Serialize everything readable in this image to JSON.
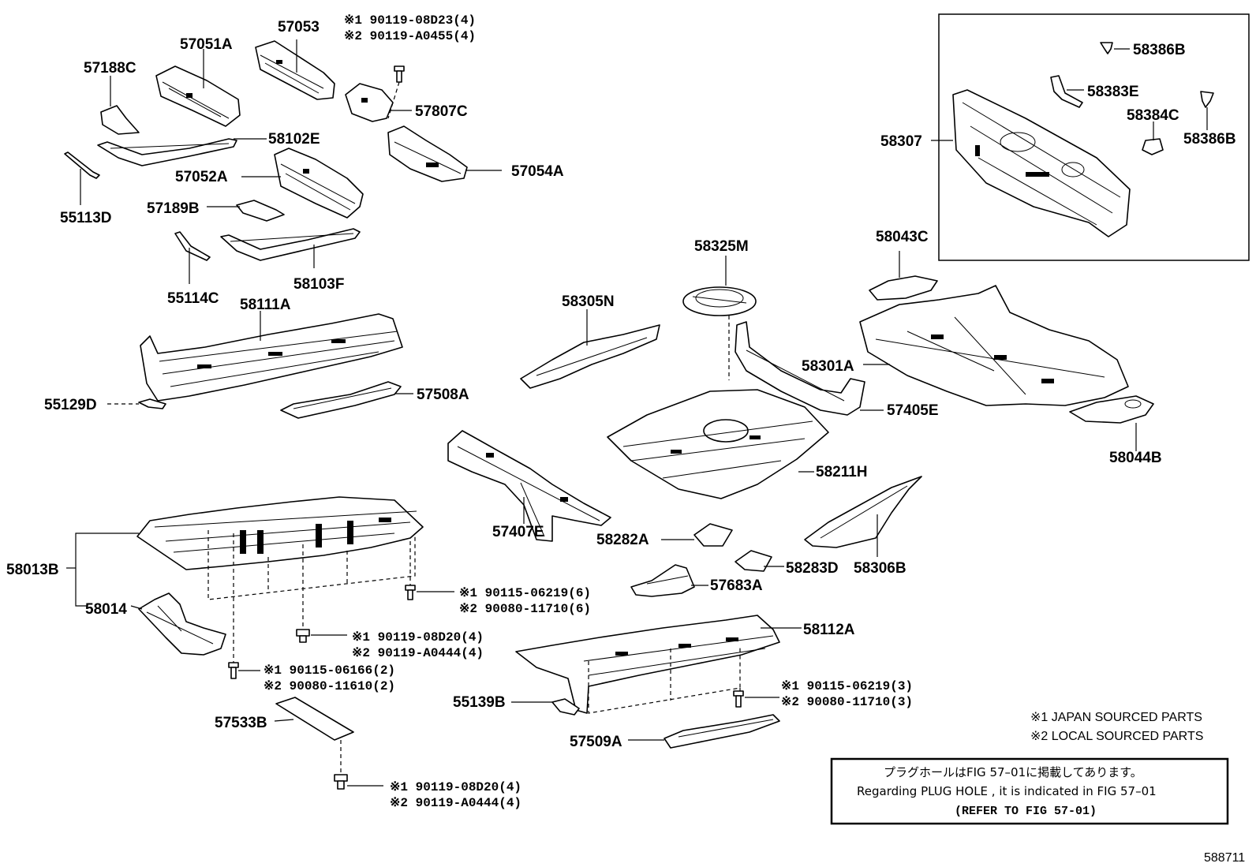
{
  "labels": {
    "p57188C": "57188C",
    "p57051A": "57051A",
    "p57053": "57053",
    "p57807C": "57807C",
    "p58102E": "58102E",
    "p55113D": "55113D",
    "p57052A": "57052A",
    "p57054A": "57054A",
    "p57189B": "57189B",
    "p55114C": "55114C",
    "p58103F": "58103F",
    "p58111A": "58111A",
    "p55129D": "55129D",
    "p57508A": "57508A",
    "p58305N": "58305N",
    "p58325M": "58325M",
    "p58043C": "58043C",
    "p58301A": "58301A",
    "p57405E": "57405E",
    "p58044B": "58044B",
    "p58211H": "58211H",
    "p57407E": "57407E",
    "p58282A": "58282A",
    "p58283D": "58283D",
    "p58306B": "58306B",
    "p57683A": "57683A",
    "p58013B": "58013B",
    "p58014": "58014",
    "p58112A": "58112A",
    "p55139B": "55139B",
    "p57509A": "57509A",
    "p57533B": "57533B",
    "p58307": "58307",
    "p58386B_top": "58386B",
    "p58383E": "58383E",
    "p58384C": "58384C",
    "p58386B_right": "58386B"
  },
  "bolts": {
    "top1": "※1 90119-08D23(4)",
    "top2": "※2 90119-A0455(4)",
    "mid1": "※1 90115-06219(6)",
    "mid2": "※2 90080-11710(6)",
    "b201": "※1 90119-08D20(4)",
    "b202": "※2 90119-A0444(4)",
    "b61": "※1 90115-06166(2)",
    "b62": "※2 90080-11610(2)",
    "r1": "※1 90115-06219(3)",
    "r2": "※2 90080-11710(3)",
    "bot1": "※1 90119-08D20(4)",
    "bot2": "※2 90119-A0444(4)"
  },
  "legend": {
    "japan": "※1 JAPAN SOURCED PARTS",
    "local": "※2 LOCAL SOURCED PARTS"
  },
  "note": {
    "jp": "プラグホールはFIG 57–01に掲載してあります。",
    "en": "Regarding PLUG HOLE , it is indicated in FIG 57–01",
    "ref": "(REFER TO FIG 57-01)"
  },
  "figure_number": "588711"
}
